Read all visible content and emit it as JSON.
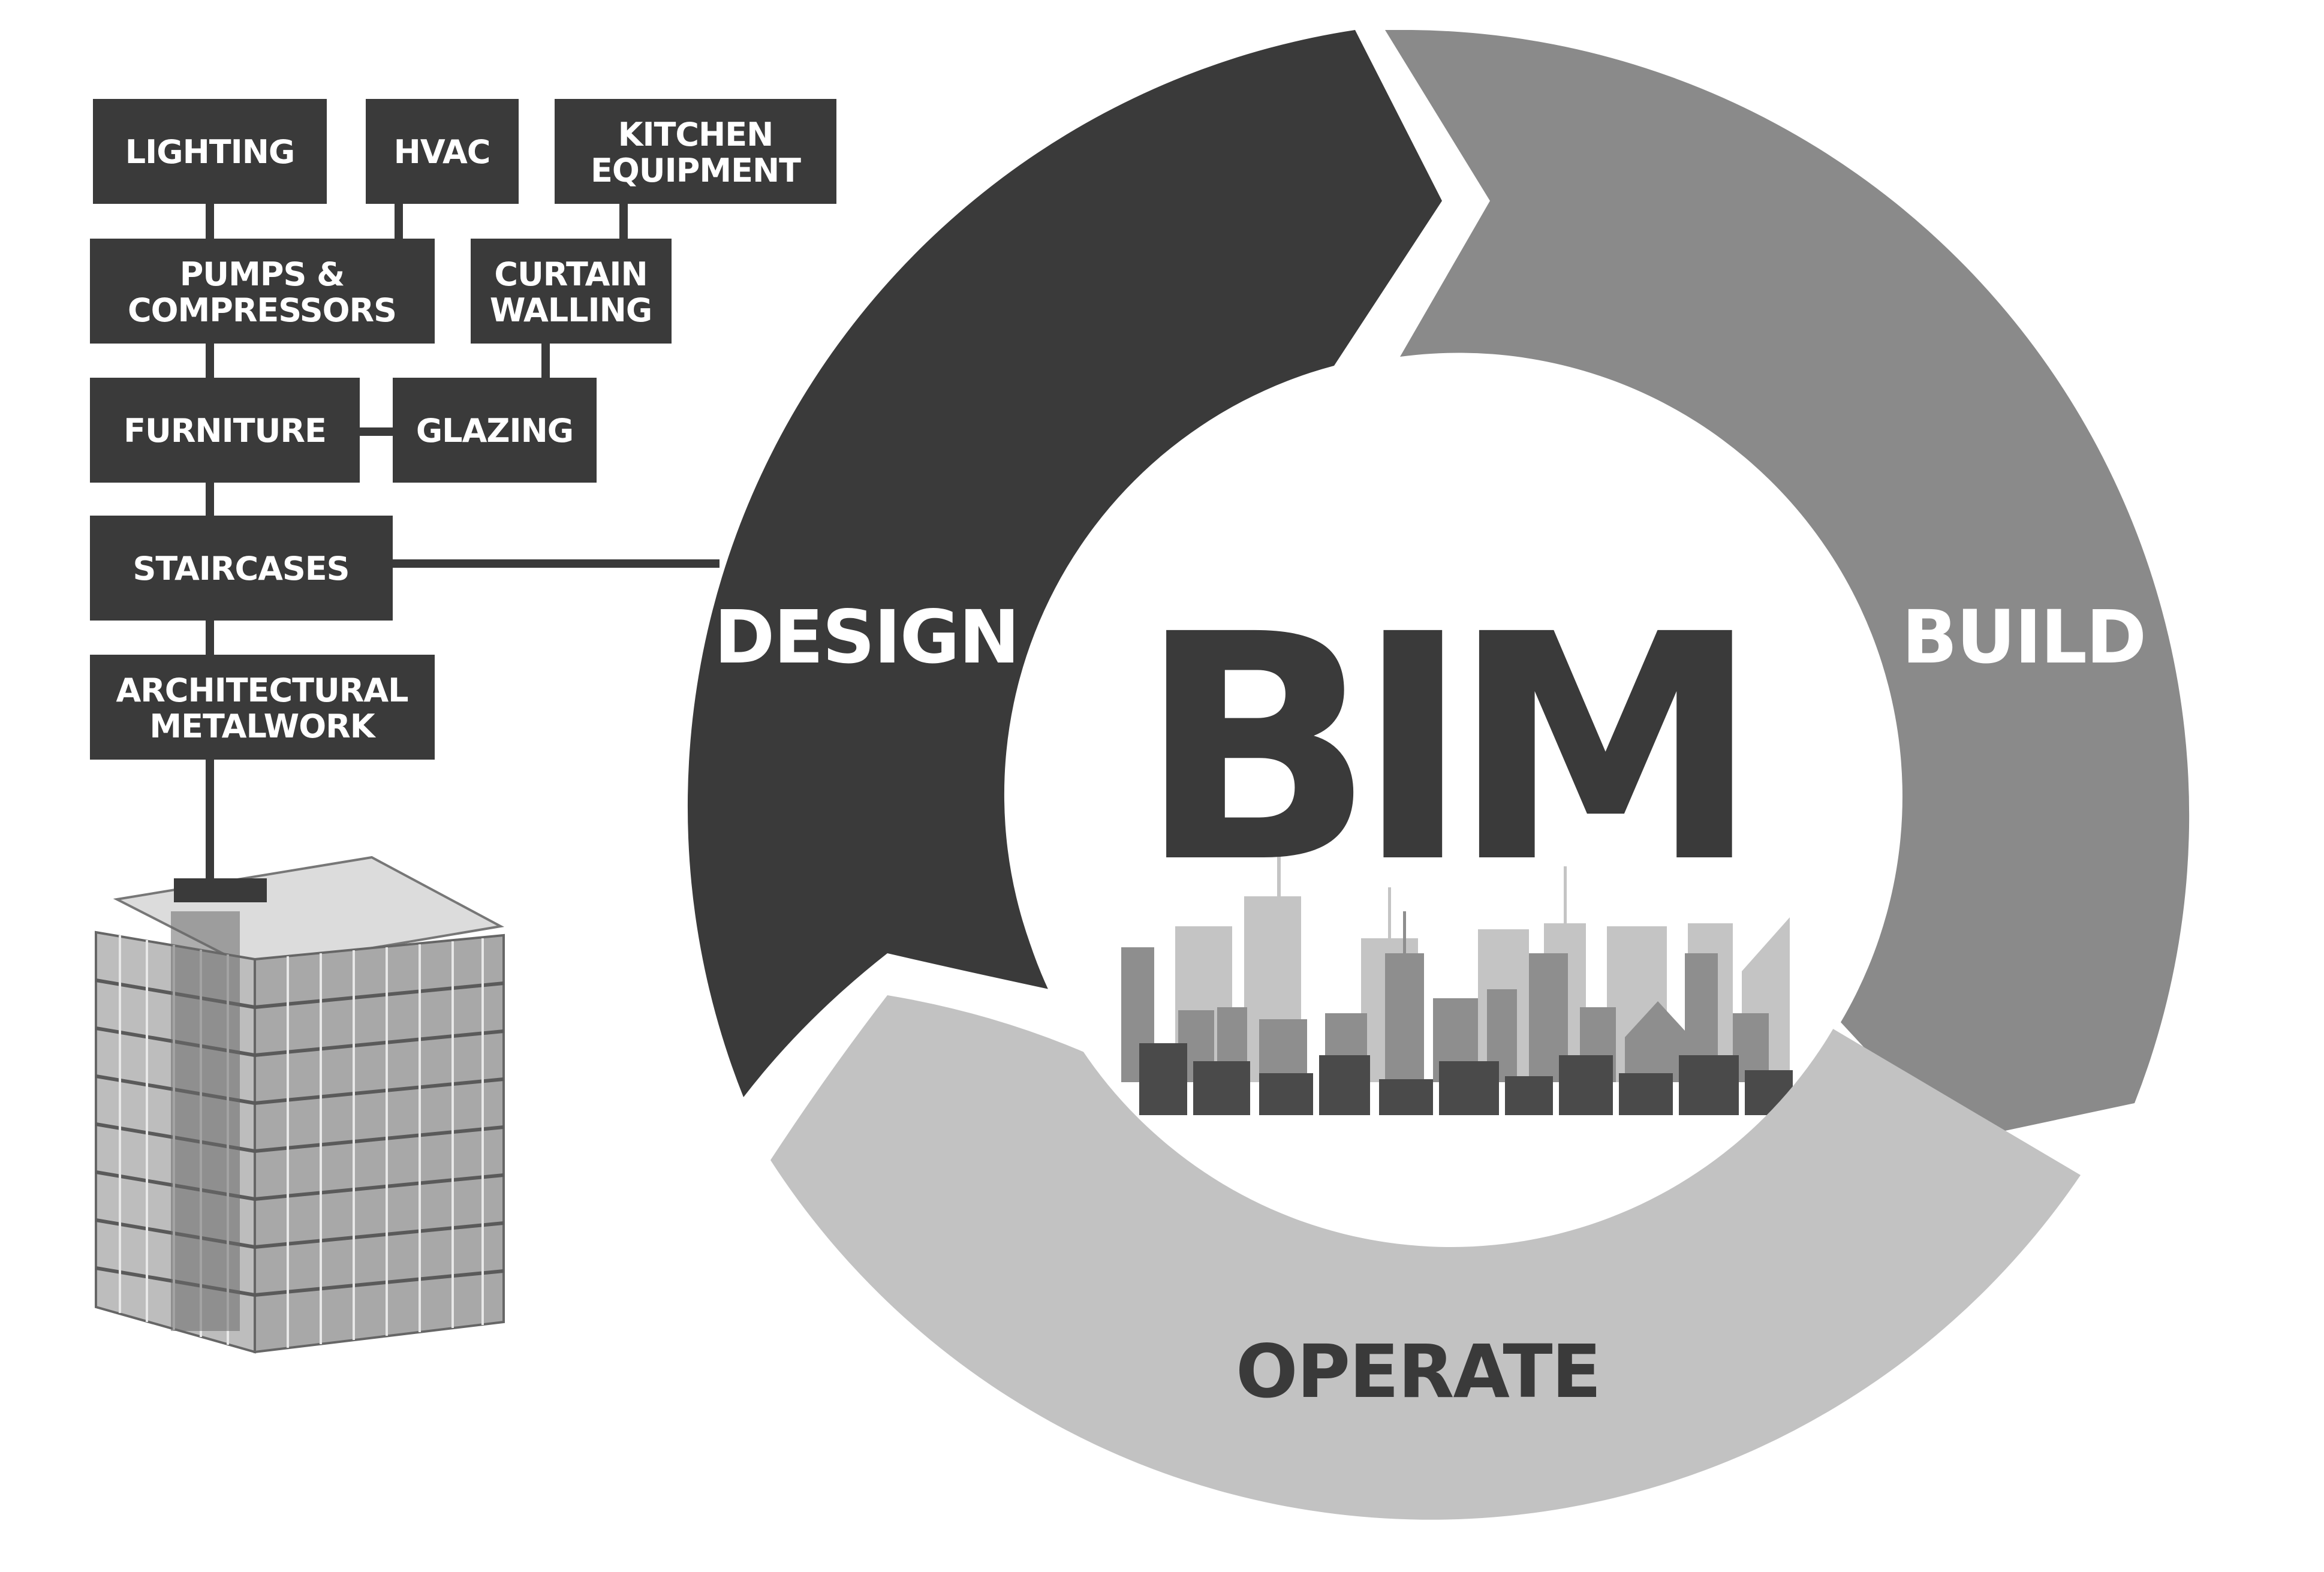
{
  "components": {
    "lighting": "LIGHTING",
    "hvac": "HVAC",
    "kitchen_equipment": [
      "KITCHEN",
      "EQUIPMENT"
    ],
    "pumps_compressors": [
      "PUMPS &",
      "COMPRESSORS"
    ],
    "curtain_walling": [
      "CURTAIN",
      "WALLING"
    ],
    "furniture": "FURNITURE",
    "glazing": "GLAZING",
    "staircases": "STAIRCASES",
    "architectural_metalwork": [
      "ARCHITECTURAL",
      "METALWORK"
    ]
  },
  "cycle": {
    "center": "BIM",
    "design": "DESIGN",
    "build": "BUILD",
    "operate": "OPERATE"
  },
  "colors": {
    "design": "#3a3a3a",
    "build": "#8a8a8a",
    "operate": "#c2c2c2",
    "box": "#3a3a3a",
    "box_text": "#ffffff",
    "phase_text_light": "#ffffff",
    "phase_text_dark": "#3a3a3a"
  },
  "icons": [
    "office-building-illustration",
    "city-skyline-illustration"
  ]
}
